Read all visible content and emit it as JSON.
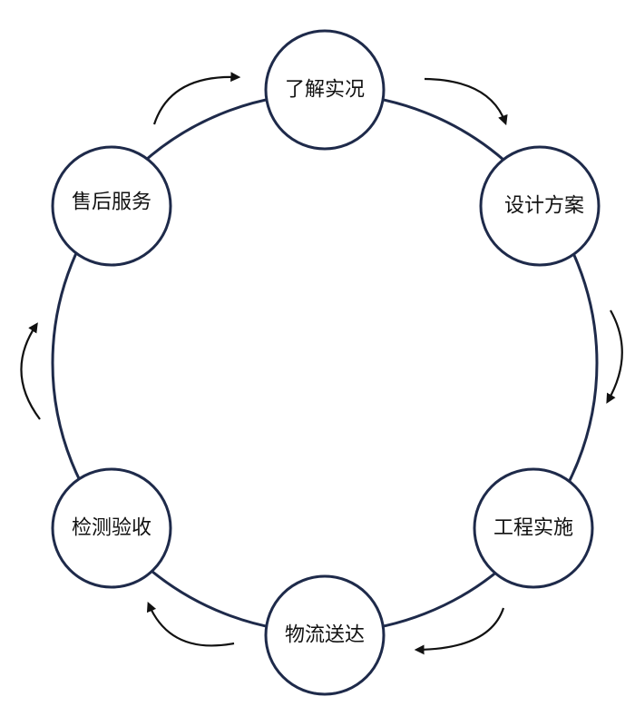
{
  "diagram": {
    "type": "cycle",
    "line_color": "#1e2a4a",
    "node_fill": "#ffffff",
    "arrow_color": "#111111",
    "background": "#ffffff",
    "nodes": [
      {
        "label": "了解实况"
      },
      {
        "label": "设计方案"
      },
      {
        "label": "工程实施"
      },
      {
        "label": "物流送达"
      },
      {
        "label": "检测验收"
      },
      {
        "label": "售后服务"
      }
    ]
  }
}
